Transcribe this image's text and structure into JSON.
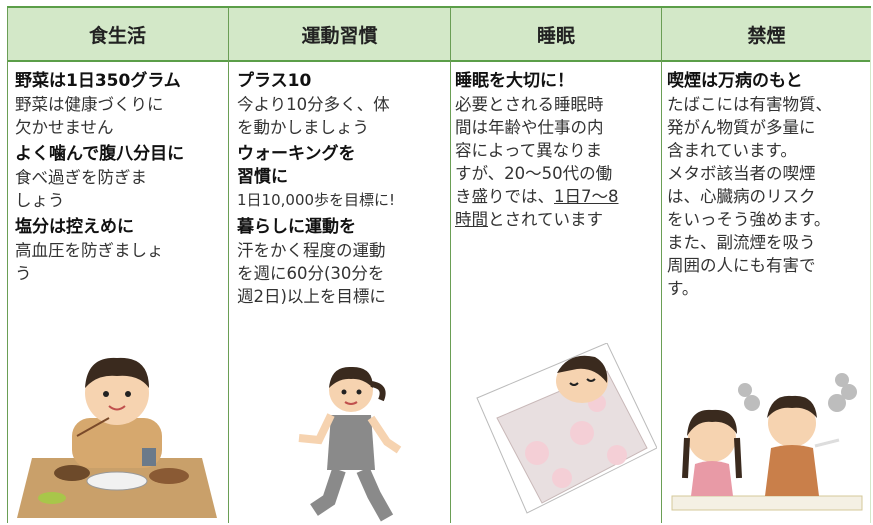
{
  "headers": [
    "食生活",
    "運動習慣",
    "睡眠",
    "禁煙"
  ],
  "diet": {
    "h1": "野菜は1日350グラム",
    "t1": [
      "野菜は健康づくりに",
      "欠かせません"
    ],
    "h2": "よく噛んで腹八分目に",
    "t2": [
      "食べ過ぎを防ぎま",
      "しょう"
    ],
    "h3": "塩分は控えめに",
    "t3": [
      "高血圧を防ぎましょ",
      "う"
    ]
  },
  "exercise": {
    "h1": "プラス10",
    "t1": [
      "今より10分多く、体",
      "を動かしましょう"
    ],
    "h2": [
      "ウォーキングを",
      "習慣に"
    ],
    "t2": "1日10,000歩を目標に!",
    "h3": "暮らしに運動を",
    "t3": [
      "汗をかく程度の運動",
      "を週に60分(30分を",
      "週2日)以上を目標に"
    ]
  },
  "sleep": {
    "h1": "睡眠を大切に！",
    "t1": [
      "必要とされる睡眠時",
      "間は年齢や仕事の内",
      "容によって異なりま",
      "すが、20～50代の働"
    ],
    "t2a": "き盛りでは、",
    "t2u": "1日7～8",
    "t3u": "時間",
    "t3b": "とされています"
  },
  "smoking": {
    "h1": "喫煙は万病のもと",
    "t1": [
      "たばこには有害物質、",
      "発がん物質が多量に",
      "含まれています。",
      "メタボ該当者の喫煙",
      "は、心臓病のリスク",
      "をいっそう強めます。",
      "また、副流煙を吸う",
      "周囲の人にも有害で",
      "す。"
    ]
  }
}
